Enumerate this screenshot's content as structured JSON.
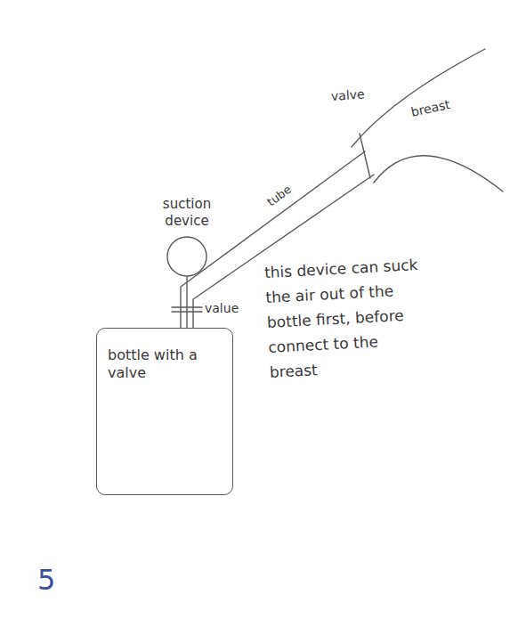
{
  "diagram": {
    "nodes": [
      {
        "text": [
          "suction device"
        ]
      },
      {
        "text": [
          "bottle with a valve"
        ]
      }
    ],
    "edges": [
      {
        "from": 0,
        "to": 1,
        "arrow": "none"
      }
    ],
    "labels": [
      "valve",
      "tube",
      "value",
      "breast",
      "this device can suck the air out of the bottle first, before connect to the breast",
      "5"
    ]
  }
}
